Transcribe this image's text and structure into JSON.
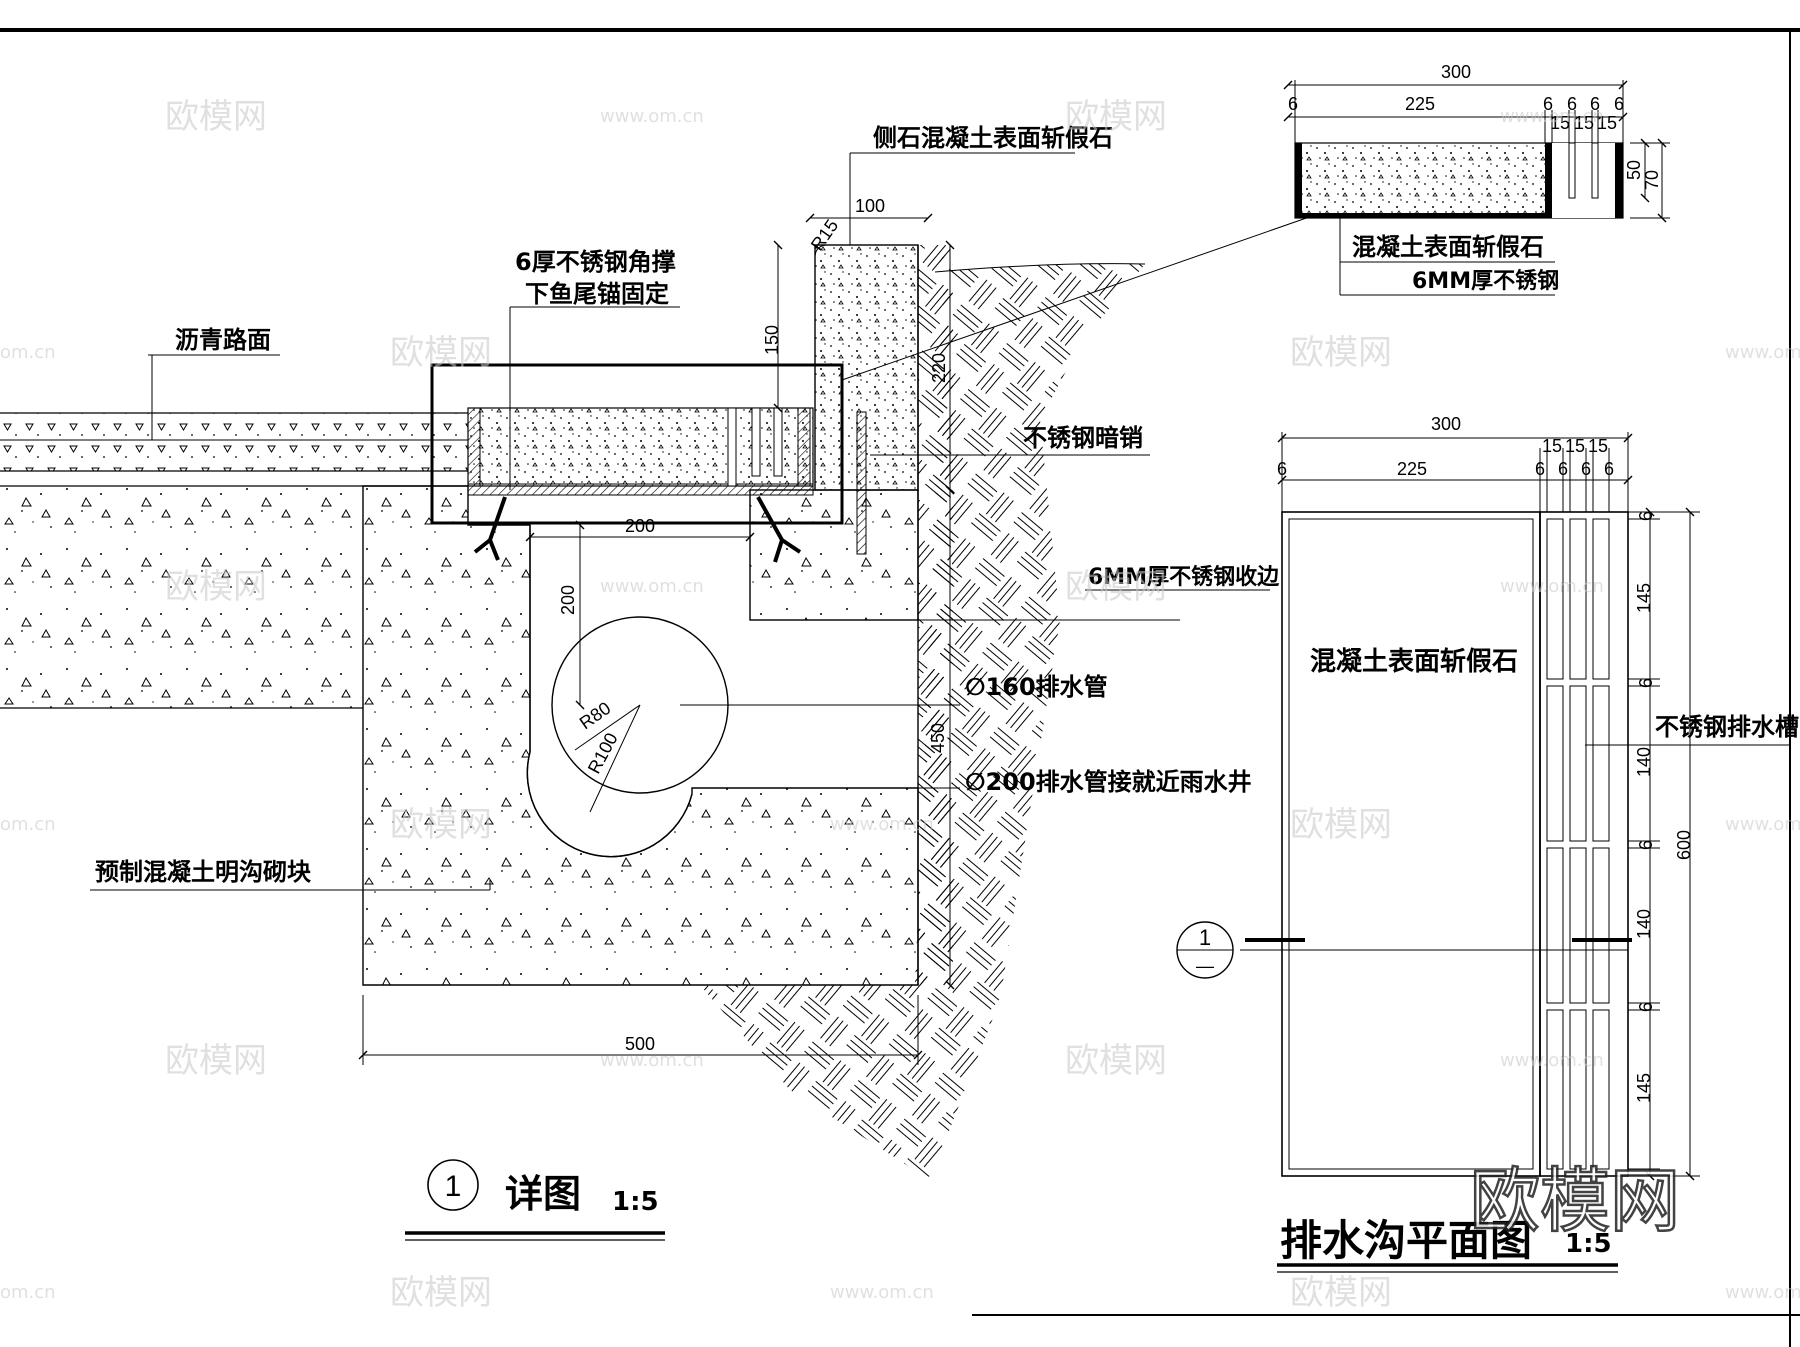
{
  "detail": {
    "labels": {
      "side_stone": "侧石混凝土表面斩假石",
      "angle_brace_1": "6厚不锈钢角撑",
      "angle_brace_2": "下鱼尾锚固定",
      "asphalt": "沥青路面",
      "hidden_pin": "不锈钢暗销",
      "edge_trim": "6MM厚不锈钢收边",
      "pipe_160": "∅160排水管",
      "pipe_200": "∅200排水管接就近雨水井",
      "precast_block": "预制混凝土明沟砌块"
    },
    "dims": {
      "d100": "100",
      "d150": "150",
      "d220": "220",
      "d200_top": "200",
      "d200_vert": "200",
      "d450": "450",
      "d500": "500",
      "r15": "R15",
      "r80": "R80",
      "r100": "R100"
    },
    "title": {
      "number": "1",
      "name": "详图",
      "scale": "1:5"
    }
  },
  "section_inset": {
    "dims": {
      "overall": "300",
      "d225": "225",
      "d6a": "6",
      "d6b": "6",
      "d6c": "6",
      "d6d": "6",
      "d6e": "6",
      "d15a": "15",
      "d15b": "15",
      "d15c": "15",
      "h50": "50",
      "h70": "70"
    },
    "labels": {
      "surface": "混凝土表面斩假石",
      "steel": "6MM厚不锈钢"
    }
  },
  "plan": {
    "dims": {
      "overall": "300",
      "d225": "225",
      "d6a": "6",
      "d6b": "6",
      "d6c": "6",
      "d6d": "6",
      "d6e": "6",
      "d15a": "15",
      "d15b": "15",
      "d15c": "15",
      "v6a": "6",
      "v145a": "145",
      "v6b": "6",
      "v140a": "140",
      "v6c": "6",
      "v140b": "140",
      "v6d": "6",
      "v145b": "145",
      "v600": "600"
    },
    "labels": {
      "surface": "混凝土表面斩假石",
      "channel": "不锈钢排水槽"
    },
    "section_marker": {
      "number": "1",
      "sub": "—"
    },
    "title": {
      "name": "排水沟平面图",
      "scale": "1:5"
    }
  },
  "watermark": {
    "brand": "欧模网",
    "url": "www.om.cn",
    "url_short": "om.cn"
  }
}
